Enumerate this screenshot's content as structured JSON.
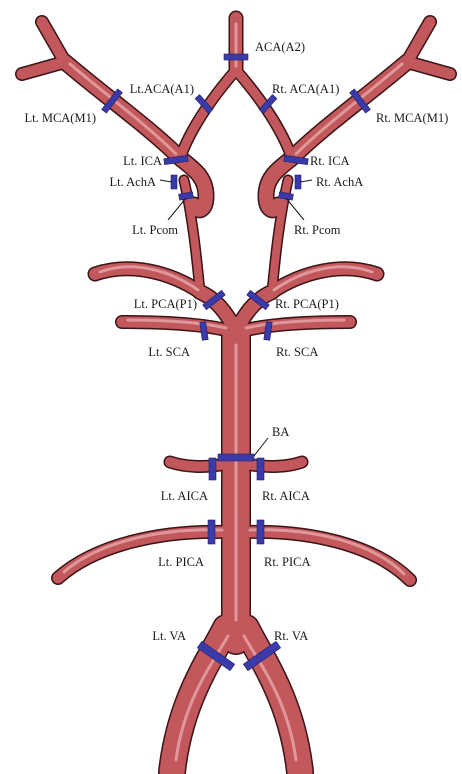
{
  "labels": {
    "aca_a2": "ACA(A2)",
    "lt_aca_a1": "Lt.ACA(A1)",
    "rt_aca_a1": "Rt. ACA(A1)",
    "lt_mca_m1": "Lt. MCA(M1)",
    "rt_mca_m1": "Rt. MCA(M1)",
    "lt_ica": "Lt. ICA",
    "rt_ica": "Rt. ICA",
    "lt_acha": "Lt. AchA",
    "rt_acha": "Rt. AchA",
    "lt_pcom": "Lt. Pcom",
    "rt_pcom": "Rt. Pcom",
    "lt_pca_p1": "Lt. PCA(P1)",
    "rt_pca_p1": "Rt. PCA(P1)",
    "lt_sca": "Lt. SCA",
    "rt_sca": "Rt. SCA",
    "ba": "BA",
    "lt_aica": "Lt. AICA",
    "rt_aica": "Rt. AICA",
    "lt_pica": "Lt. PICA",
    "rt_pica": "Rt. PICA",
    "lt_va": "Lt. VA",
    "rt_va": "Rt. VA"
  },
  "colors": {
    "vessel": "#c2575c",
    "vessel_outline": "#3a1416",
    "vessel_highlight": "#e4a3a5",
    "marker": "#3a3aa8"
  }
}
